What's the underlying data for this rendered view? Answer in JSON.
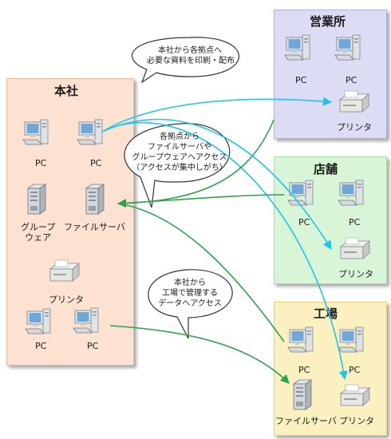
{
  "colors": {
    "honsha_bg": "#fde2d2",
    "eigyosho_bg": "#dcdcf4",
    "tenpo_bg": "#d8f5d8",
    "kojo_bg": "#fbf1c0",
    "cyan_line": "#22c4e8",
    "green_line": "#2ca24a"
  },
  "honsha": {
    "title": "本社",
    "pc1": "PC",
    "pc2": "PC",
    "groupware": "グループ\nウェア",
    "fileserver": "ファイルサーバ",
    "printer": "プリンタ",
    "pc3": "PC",
    "pc4": "PC"
  },
  "eigyosho": {
    "title": "営業所",
    "pc1": "PC",
    "pc2": "PC",
    "printer": "プリンタ"
  },
  "tenpo": {
    "title": "店舗",
    "pc1": "PC",
    "pc2": "PC",
    "printer": "プリンタ"
  },
  "kojo": {
    "title": "工場",
    "pc1": "PC",
    "pc2": "PC",
    "fileserver": "ファイルサーバ",
    "printer": "プリンタ"
  },
  "bubbles": {
    "print": [
      "本社から各拠点へ",
      "必要な資料を印刷・配布"
    ],
    "access": [
      "各拠点から",
      "ファイルサーバや",
      "グループウェアへアクセス",
      "（アクセスが集中しがち）"
    ],
    "factory": [
      "本社から",
      "工場で管理する",
      "データへアクセス"
    ]
  }
}
